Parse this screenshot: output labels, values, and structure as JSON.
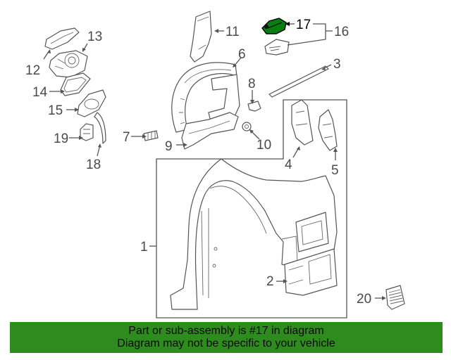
{
  "diagram": {
    "callouts": [
      "1",
      "2",
      "3",
      "4",
      "5",
      "6",
      "7",
      "8",
      "9",
      "10",
      "11",
      "12",
      "13",
      "14",
      "15",
      "16",
      "17",
      "18",
      "19",
      "20"
    ],
    "highlighted_part": "17",
    "highlight_color": "#0a7d12"
  },
  "banner": {
    "line1": "Part or sub-assembly is #17 in diagram",
    "line2": "Diagram may not be specific to your vehicle",
    "background": "#2e8b1e"
  }
}
